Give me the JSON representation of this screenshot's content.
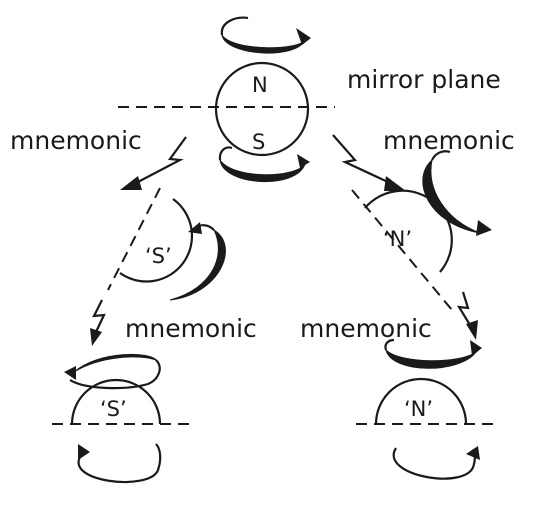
{
  "labels": {
    "mirror_plane": "mirror plane",
    "mnemonic_top_left": "mnemonic",
    "mnemonic_top_right": "mnemonic",
    "mnemonic_mid_left": "mnemonic",
    "mnemonic_mid_right": "mnemonic",
    "pole_n": "N",
    "pole_s": "S",
    "half_s_tilted": "‘S’",
    "half_n_tilted": "‘N’",
    "half_s_bottom": "‘S’",
    "half_n_bottom": "‘N’"
  },
  "colors": {
    "ink": "#1a1a1a",
    "background": "#ffffff"
  }
}
